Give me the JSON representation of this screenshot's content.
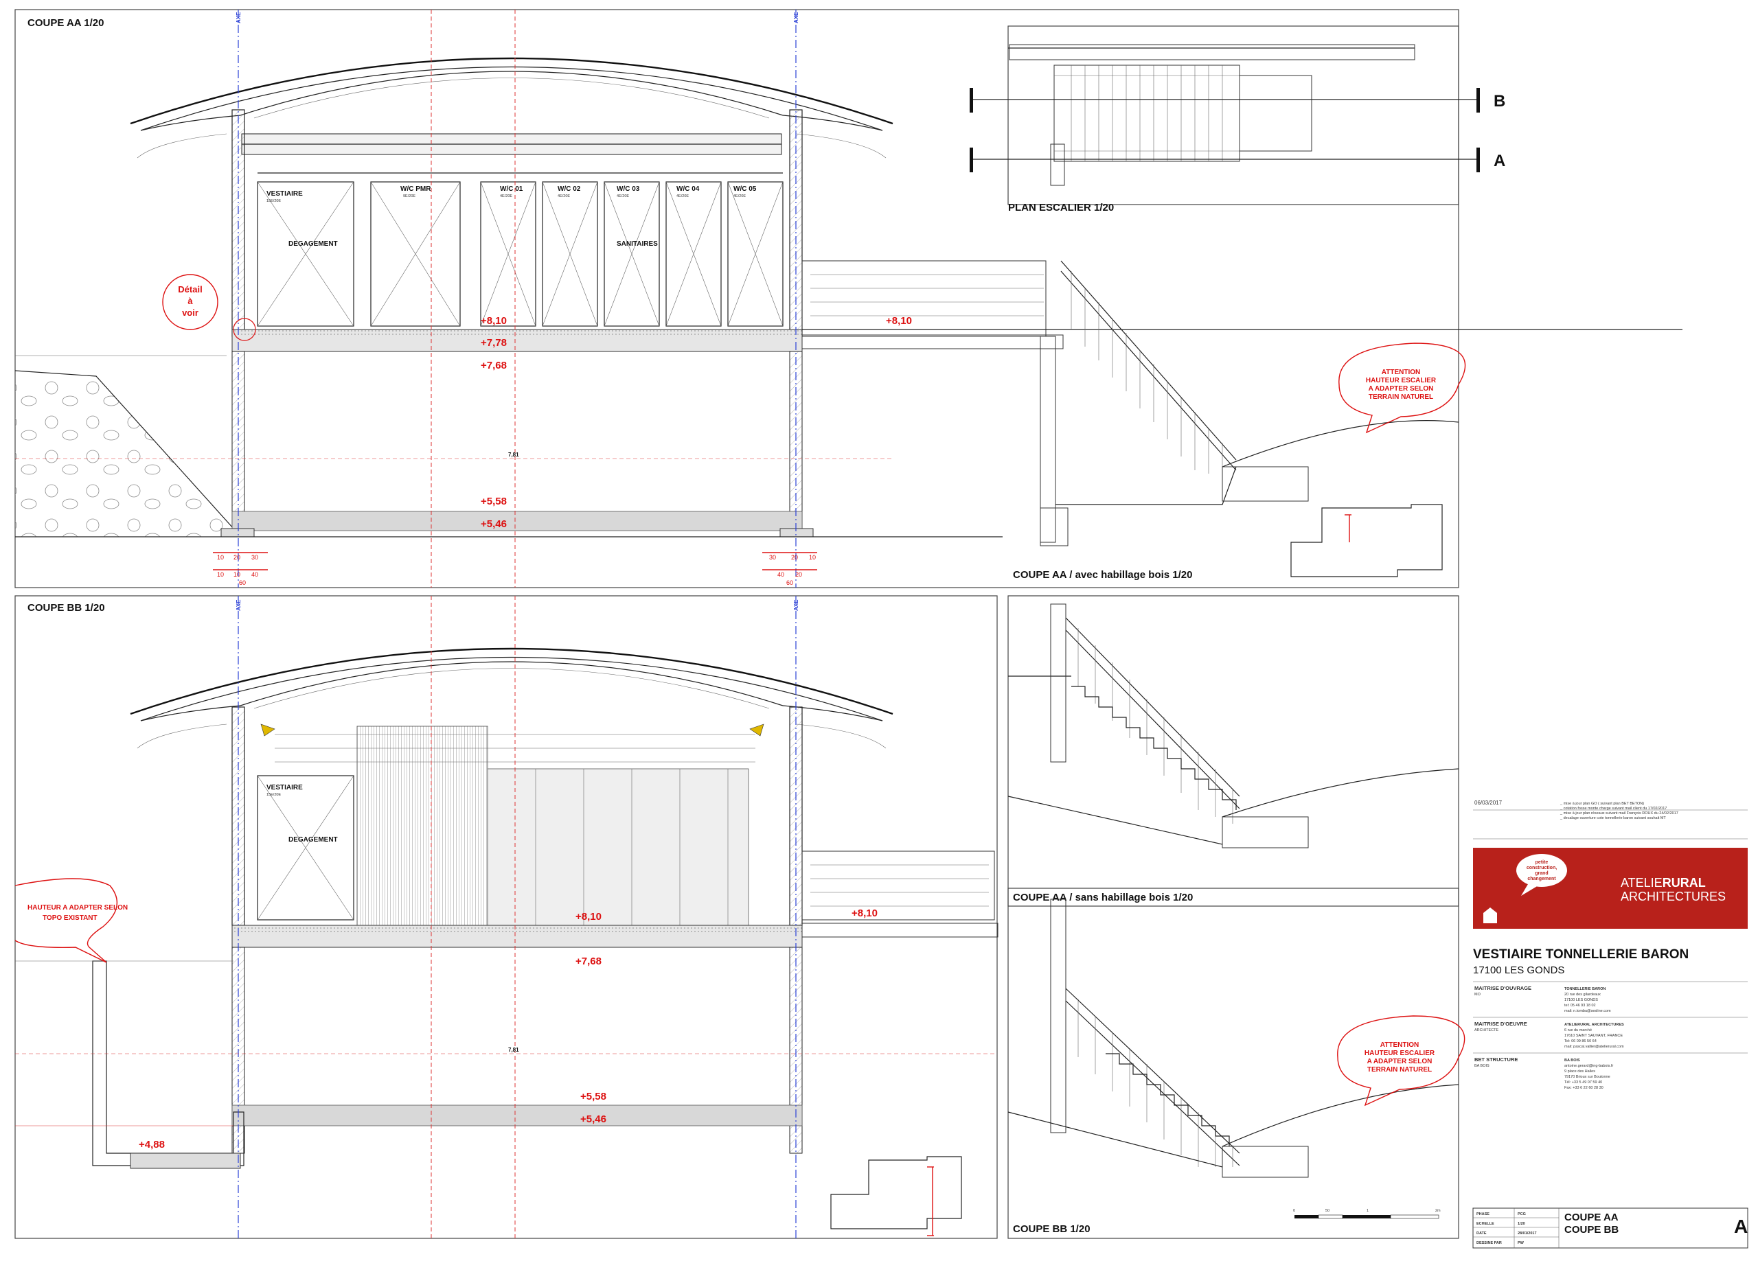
{
  "sheet": {
    "coupe_aa_title": "COUPE AA 1/20",
    "coupe_bb_title": "COUPE BB 1/20",
    "plan_escalier_title": "PLAN ESCALIER 1/20",
    "coupe_aa_habillage_title": "COUPE AA / avec habillage bois 1/20",
    "coupe_aa_sans_title": "COUPE AA / sans habillage bois 1/20",
    "coupe_bb_small_title": "COUPE BB 1/20",
    "marker_a": "A",
    "marker_b": "B",
    "axe": "AXE"
  },
  "rooms_aa": {
    "vestiaire": "VESTIAIRE",
    "vestiaire_area": "15E/20E",
    "degagement": "DEGAGEMENT",
    "wc_pmr": "W/C PMR",
    "wc_pmr_area": "9E/20E",
    "wc1": "W/C 01",
    "wc2": "W/C 02",
    "wc3": "W/C 03",
    "wc4": "W/C 04",
    "wc5": "W/C 05",
    "wc_area": "4E/20E",
    "sanitaires": "SANITAIRES"
  },
  "rooms_bb": {
    "vestiaire": "VESTIAIRE",
    "vestiaire_area": "15E/20E",
    "degagement": "DEGAGEMENT"
  },
  "levels_aa": {
    "l810": "+8,10",
    "l778": "+7,78",
    "l768": "+7,68",
    "l558": "+5,58",
    "l546": "+5,46",
    "l810_stair": "+8,10",
    "l781": "7,81"
  },
  "levels_bb": {
    "l810": "+8,10",
    "l768": "+7,68",
    "l558": "+5,58",
    "l546": "+5,46",
    "l488": "+4,88",
    "l810_stair": "+8,10",
    "l781": "7,81"
  },
  "dims_aa": {
    "left_top": [
      "10",
      "20",
      "30"
    ],
    "left_bottom": [
      "10",
      "10",
      "40"
    ],
    "left_total": "60",
    "right_top": [
      "30",
      "20",
      "10"
    ],
    "right_bottom": [
      "40",
      "20"
    ],
    "right_total": "60"
  },
  "annotations": {
    "detail_a_voir": [
      "Détail",
      "à",
      "voir"
    ],
    "attention_top": [
      "ATTENTION",
      "HAUTEUR ESCALIER",
      "A ADAPTER SELON",
      "TERRAIN NATUREL"
    ],
    "attention_bottom": [
      "ATTENTION",
      "HAUTEUR ESCALIER",
      "A ADAPTER SELON",
      "TERRAIN NATUREL"
    ],
    "hauteur_topo": [
      "HAUTEUR A ADAPTER SELON",
      "TOPO EXISTANT"
    ]
  },
  "revision": {
    "date": "06/03/2017",
    "notes": [
      "_ mise à jour plan GO ( suivant plan BET BETON)",
      "_ cotation fosse monte charge suivant mail client du 17/02/2017",
      "_ mise à jour plan réseaux suivant mail François ROUX du 24/02/2017",
      "_ decalage ouverture cote tonnellerie baron suivant souhait MT"
    ]
  },
  "logo": {
    "bubble": [
      "petite",
      "construction,",
      "grand",
      "changement"
    ],
    "name_light": "ATELIE",
    "name_bold": "RURAL",
    "name_second": "ARCHITECTURES",
    "brand_color": "#b8211b"
  },
  "project": {
    "title": "VESTIAIRE TONNELLERIE BARON",
    "location": "17100 LES GONDS"
  },
  "parties": [
    {
      "role": "MAITRISE D'OUVRAGE",
      "sub": "MO",
      "lines": [
        "TONNELLERIE BARON",
        "20 rue des gilardeaux",
        "17100 LES GONDS",
        "tel: 05 46 93 18 02",
        "mail: n.tombu@sesline.com"
      ]
    },
    {
      "role": "MAITRISE D'OEUVRE",
      "sub": "ARCHITECTE",
      "lines": [
        "ATELIERURAL ARCHITECTURES",
        "6 rue du marché",
        "17610 SAINT SAUVANT, FRANCE",
        "Tel: 06 09 86 50 64",
        "mail: pascal.vallier@atelierural.com"
      ]
    },
    {
      "role": "BET STRUCTURE",
      "sub": "BA BOIS",
      "lines": [
        "BA BOIS",
        "antoine.gerard@ing-babois.fr",
        "9 place des Halles",
        "79170 Brioux sur Boutonne",
        "Tél: +33 5 49 07 59 40",
        "Fax: +33 6 22 60 28 30"
      ]
    }
  ],
  "cartouche": {
    "rows": [
      {
        "label": "PHASE",
        "value": "PCG"
      },
      {
        "label": "ECHELLE",
        "value": "1/20"
      },
      {
        "label": "DATE",
        "value": "28/01/2017"
      },
      {
        "label": "DESSINE PAR",
        "value": "PW"
      }
    ],
    "sheet_title_1": "COUPE AA",
    "sheet_title_2": "COUPE BB",
    "index": "A"
  },
  "scale_bar": [
    "0",
    "50",
    "1",
    "2m"
  ]
}
